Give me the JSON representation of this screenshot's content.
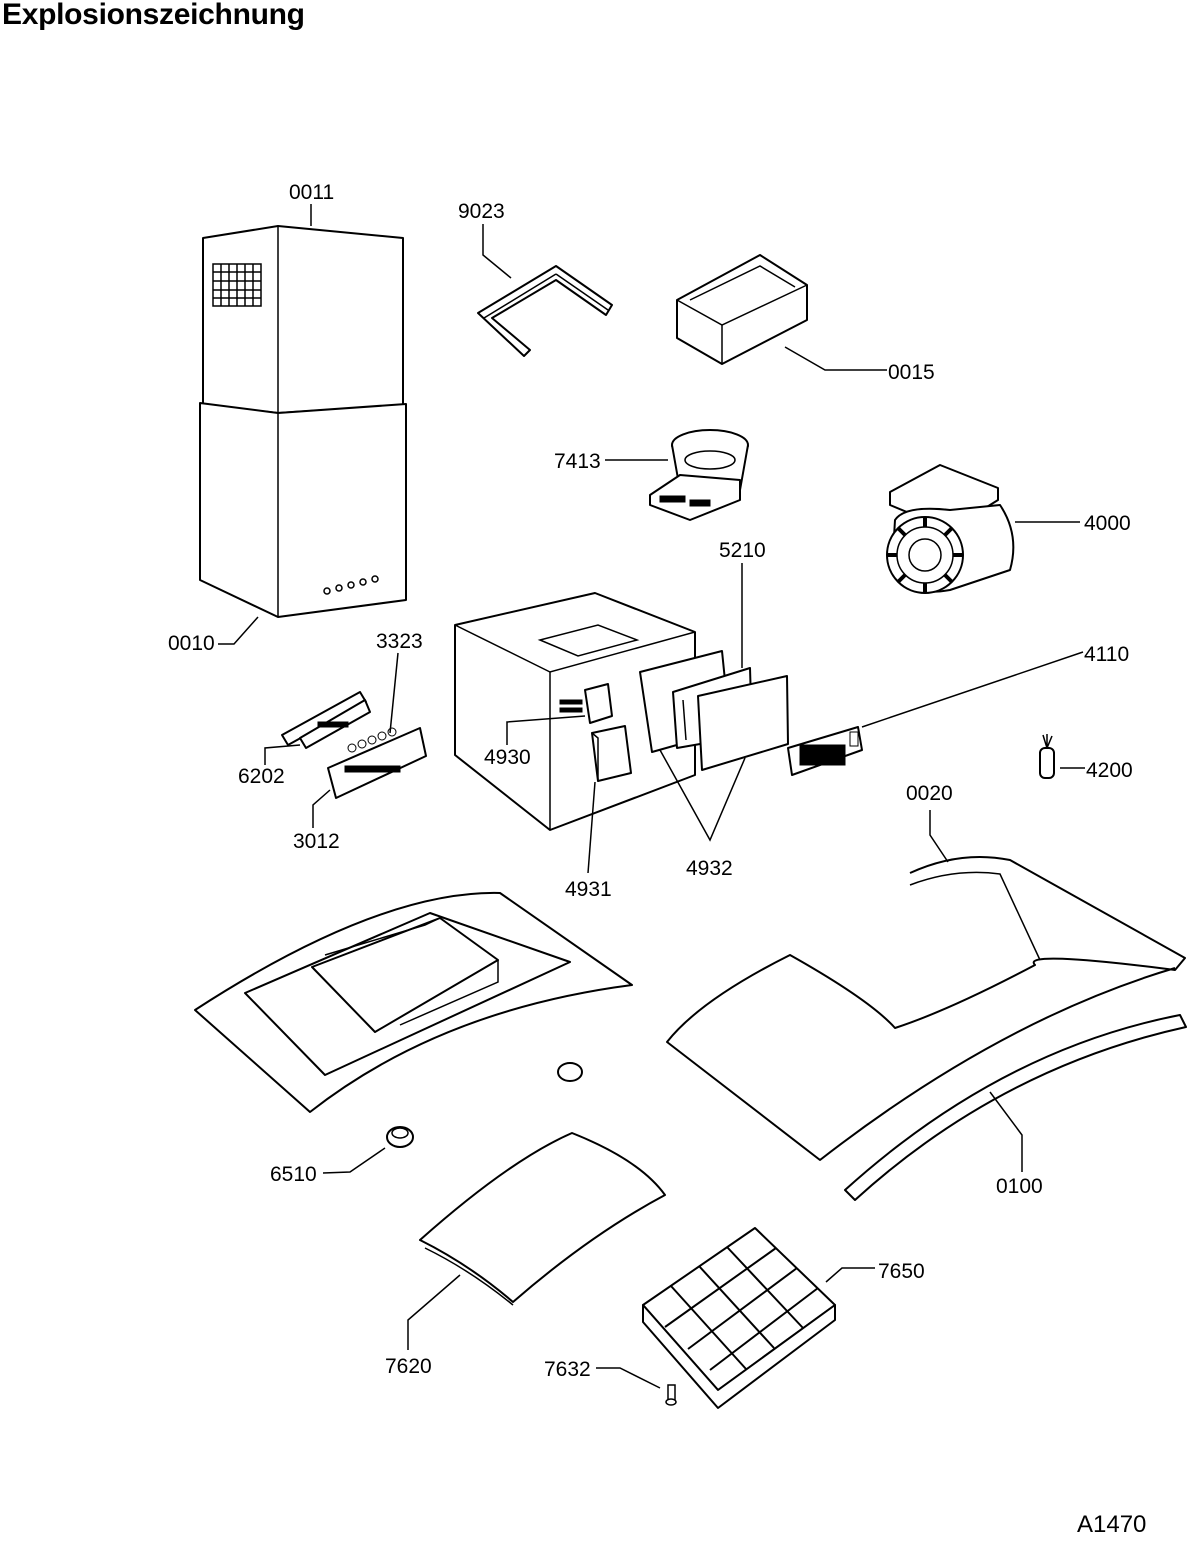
{
  "title": "Explosionszeichnung",
  "document_number": "A1470",
  "parts": [
    {
      "id": "0011"
    },
    {
      "id": "9023"
    },
    {
      "id": "0015"
    },
    {
      "id": "7413"
    },
    {
      "id": "4000"
    },
    {
      "id": "5210"
    },
    {
      "id": "0010"
    },
    {
      "id": "3323"
    },
    {
      "id": "4110"
    },
    {
      "id": "6202"
    },
    {
      "id": "4930"
    },
    {
      "id": "4200"
    },
    {
      "id": "3012"
    },
    {
      "id": "4932"
    },
    {
      "id": "0020"
    },
    {
      "id": "4931"
    },
    {
      "id": "6510"
    },
    {
      "id": "0100"
    },
    {
      "id": "7650"
    },
    {
      "id": "7620"
    },
    {
      "id": "7632"
    }
  ]
}
